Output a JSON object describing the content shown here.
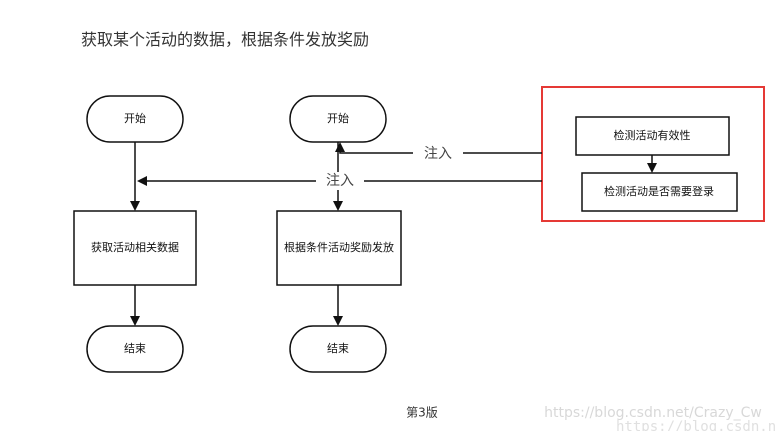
{
  "title": "获取某个活动的数据，根据条件发放奖励",
  "flow_left": {
    "start": "开始",
    "process": "获取活动相关数据",
    "end": "结束"
  },
  "flow_middle": {
    "start": "开始",
    "process": "根据条件活动奖励发放",
    "end": "结束"
  },
  "highlight_box": {
    "border_color": "#e53935",
    "step1": "检测活动有效性",
    "step2": "检测活动是否需要登录"
  },
  "edge_labels": {
    "inject_upper": "注入",
    "inject_lower": "注入"
  },
  "caption": "第3版",
  "watermark": "https://blog.csdn.net/Crazy_Cw",
  "watermark_partial": "https://blog.csdn.ne"
}
